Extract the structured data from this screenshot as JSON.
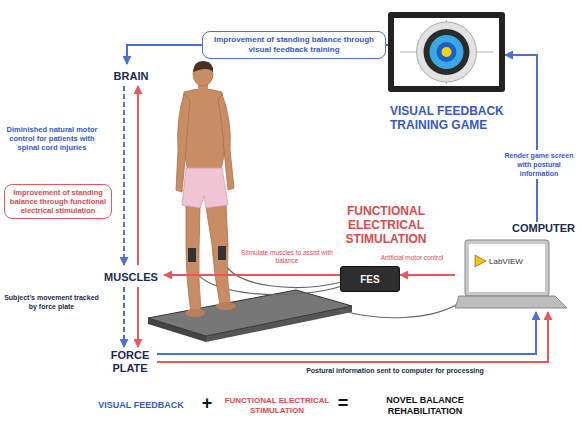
{
  "diagram": {
    "nodes": [
      {
        "text": [
          "BRAIN"
        ]
      },
      {
        "text": [
          "MUSCLES"
        ]
      },
      {
        "text": [
          "FORCE PLATE"
        ]
      },
      {
        "text": [
          "COMPUTER",
          "LabVIEW"
        ]
      },
      {
        "text": [
          "VISUAL FEEDBACK TRAINING GAME"
        ]
      },
      {
        "text": [
          "FES"
        ]
      }
    ],
    "edges": [
      {
        "from": 4,
        "to": 0,
        "arrow": "to",
        "label": "Improvement of standing balance through visual feedback training"
      },
      {
        "from": 0,
        "to": 1,
        "arrow": "to"
      },
      {
        "from": 1,
        "to": 0,
        "arrow": "to",
        "label": "Improvement of standing balance through functional electrical stimulation"
      },
      {
        "from": 1,
        "to": 2,
        "arrow": "to"
      },
      {
        "from": 1,
        "to": 2,
        "arrow": "to"
      },
      {
        "from": 5,
        "to": 1,
        "arrow": "to",
        "label": "Stimulate muscles to assist with balance"
      },
      {
        "from": 3,
        "to": 5,
        "arrow": "to",
        "label": "Artificial motor control"
      },
      {
        "from": 3,
        "to": 4,
        "arrow": "to",
        "label": "Render game screen with postural information"
      },
      {
        "from": 2,
        "to": 3,
        "arrow": "to",
        "label": "Postural information sent to computer for processing"
      },
      {
        "from": 2,
        "to": 3,
        "arrow": "to"
      }
    ],
    "labels": [
      "Diminished natural motor control for patients with spinal cord injuries",
      "Subject's movement tracked by force plate",
      "FUNCTIONAL ELECTRICAL STIMULATION",
      "VISUAL FEEDBACK",
      "+",
      "FUNCTIONAL ELECTRICAL STIMULATION",
      "=",
      "NOVEL BALANCE REHABILITATION"
    ]
  }
}
